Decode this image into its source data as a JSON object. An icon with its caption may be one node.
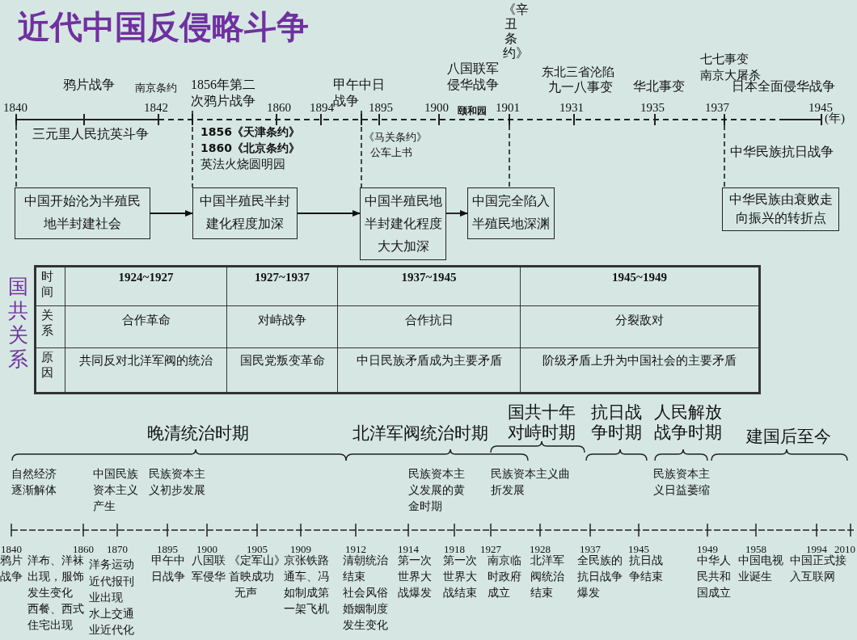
{
  "diagram": {
    "title": "近代中国反侵略斗争",
    "nodes": [
      {
        "text": [
          "中国开始沦为半殖民地半封建社会"
        ]
      },
      {
        "text": [
          "中国半殖民半封建化程度加深"
        ]
      },
      {
        "text": [
          "中国半殖民地半封建化程度大大加深"
        ]
      },
      {
        "text": [
          "中国完全陷入半殖民地深渊"
        ]
      },
      {
        "text": [
          "中华民族由衰败走向振兴的转折点"
        ]
      },
      {
        "text": [
          "1840"
        ]
      },
      {
        "text": [
          "1856年第二次鸦片战争"
        ]
      },
      {
        "text": [
          "甲午中日战争"
        ]
      },
      {
        "text": [
          "1901"
        ]
      },
      {
        "text": [
          "1937"
        ]
      }
    ],
    "edges": [
      {
        "from": 0,
        "to": 1,
        "arrow": "to"
      },
      {
        "from": 1,
        "to": 2,
        "arrow": "to"
      },
      {
        "from": 2,
        "to": 3,
        "arrow": "to"
      },
      {
        "from": 5,
        "to": 0,
        "arrow": "none",
        "style": "dashed"
      },
      {
        "from": 6,
        "to": 1,
        "arrow": "none",
        "style": "dashed"
      },
      {
        "from": 7,
        "to": 2,
        "arrow": "none",
        "style": "dashed"
      },
      {
        "from": 8,
        "to": 3,
        "arrow": "none",
        "style": "dashed"
      },
      {
        "from": 9,
        "to": 4,
        "arrow": "none",
        "style": "dashed"
      }
    ],
    "labels": [
      "《辛丑条约》",
      "七七事变",
      "南京大屠杀",
      "八国联军侵华战争",
      "东北三省沦陷",
      "鸦片战争",
      "南京条约",
      "九一八事变",
      "华北事变",
      "日本全面侵华战争",
      "1842",
      "1860",
      "1894",
      "1895",
      "1900",
      "颐和园",
      "1931",
      "1935",
      "1945",
      "(年)",
      "三元里人民抗英斗争",
      "1856《天津条约》",
      "1860《北京条约》",
      "英法火烧圆明园",
      "《马关条约》",
      "公车上书",
      "中华民族抗日战争",
      "国共关系",
      "时间",
      "1924~1927",
      "1927~1937",
      "1937~1945",
      "1945~1949",
      "关系",
      "合作革命",
      "对峙战争",
      "合作抗日",
      "分裂敌对",
      "原因",
      "共同反对北洋军阀的统治",
      "国民党叛变革命",
      "中日民族矛盾成为主要矛盾",
      "阶级矛盾上升为中国社会的主要矛盾",
      "晚清统治时期",
      "北洋军阀统治时期",
      "国共十年对峙时期",
      "抗日战争时期",
      "人民解放战争时期",
      "建国后至今",
      "自然经济逐渐解体",
      "中国民族资本主义产生",
      "民族资本主义初步发展",
      "民族资本主义发展的黄金时期",
      "民族资本主义曲折发展",
      "民族资本主义日益萎缩",
      "1840",
      "1860",
      "1870",
      "1895",
      "1900",
      "1905",
      "1909",
      "1912",
      "1914",
      "1918",
      "1927",
      "1928",
      "1937",
      "1945",
      "1949",
      "1958",
      "1994",
      "2010",
      "鸦片战争",
      "洋布、洋袜出现，服饰发生变化",
      "西餐、西式住宅出现",
      "洋务运动",
      "近代报刊业出现",
      "水上交通业近代化",
      "甲午中日战争",
      "八国联军侵华",
      "《定军山》首映成功",
      "无声",
      "京张铁路通车、冯如制成第一架飞机",
      "清朝统治结束",
      "社会风俗婚姻制度发生变化",
      "第一次世界大战爆发",
      "第一次世界大战结束",
      "南京临时政府成立",
      "北洋军阀统治结束",
      "全民族的抗日战争爆发",
      "抗日战争结束",
      "中华人民共和国成立",
      "中国电视业诞生",
      "中国正式接入互联网"
    ]
  }
}
